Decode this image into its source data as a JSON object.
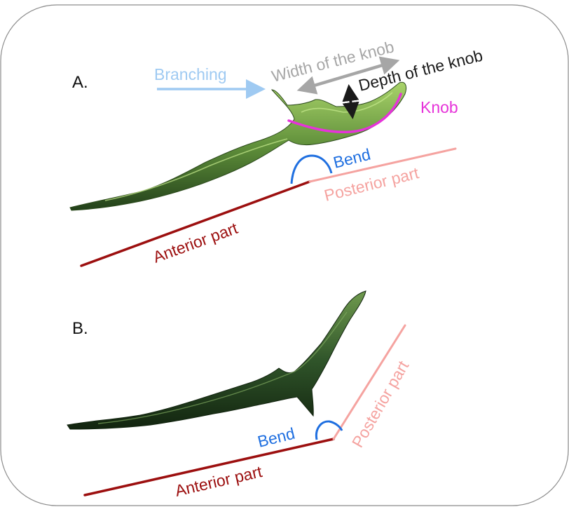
{
  "panels": {
    "a": {
      "letter": "A.",
      "branching": "Branching",
      "width": "Width of the knob",
      "depth": "Depth of the knob",
      "knob": "Knob",
      "bend": "Bend",
      "posterior": "Posterior part",
      "anterior": "Anterior part"
    },
    "b": {
      "letter": "B.",
      "bend": "Bend",
      "posterior": "Posterior part",
      "anterior": "Anterior part"
    }
  },
  "colors": {
    "frame": "#8c8c8c",
    "branching": "#9fcaf2",
    "width": "#a6a6a6",
    "depth": "#1a1a1a",
    "knob": "#e633d9",
    "bend": "#1f6fe0",
    "posterior": "#f5a3a0",
    "anterior": "#9c0f0f",
    "specimen_a": "#5e8a3a",
    "specimen_b": "#2f4f26"
  }
}
